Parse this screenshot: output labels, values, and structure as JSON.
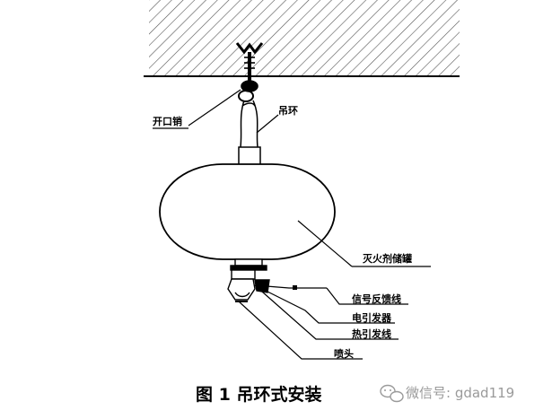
{
  "labels": {
    "open_pin": "开口销",
    "hanging_ring": "吊环",
    "agent_tank": "灭火剂储罐",
    "signal_line": "信号反馈线",
    "electric_initiator": "电引发器",
    "thermal_line": "热引发线",
    "nozzle": "喷头"
  },
  "caption": "图 1 吊环式安装",
  "watermark": "微信号: gdad119",
  "watermark_icon": "wechat-icon"
}
